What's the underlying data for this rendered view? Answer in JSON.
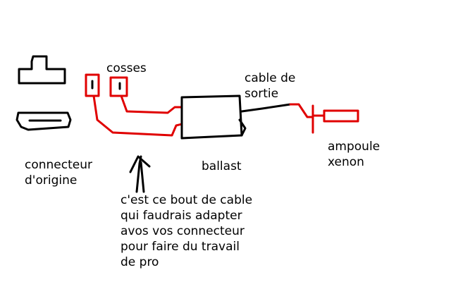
{
  "colors": {
    "ink": "#000000",
    "wire": "#e00000",
    "background": "#ffffff"
  },
  "labels": {
    "cosses": "cosses",
    "cable_sortie": [
      "cable de",
      "sortie"
    ],
    "ampoule": [
      "ampoule",
      "xenon"
    ],
    "connecteur": [
      "connecteur",
      "d'origine"
    ],
    "ballast": "ballast",
    "note": [
      "c'est ce bout de cable",
      "qui faudrais adapter",
      "avos vos connecteur",
      "pour faire du travail",
      "de pro"
    ]
  }
}
